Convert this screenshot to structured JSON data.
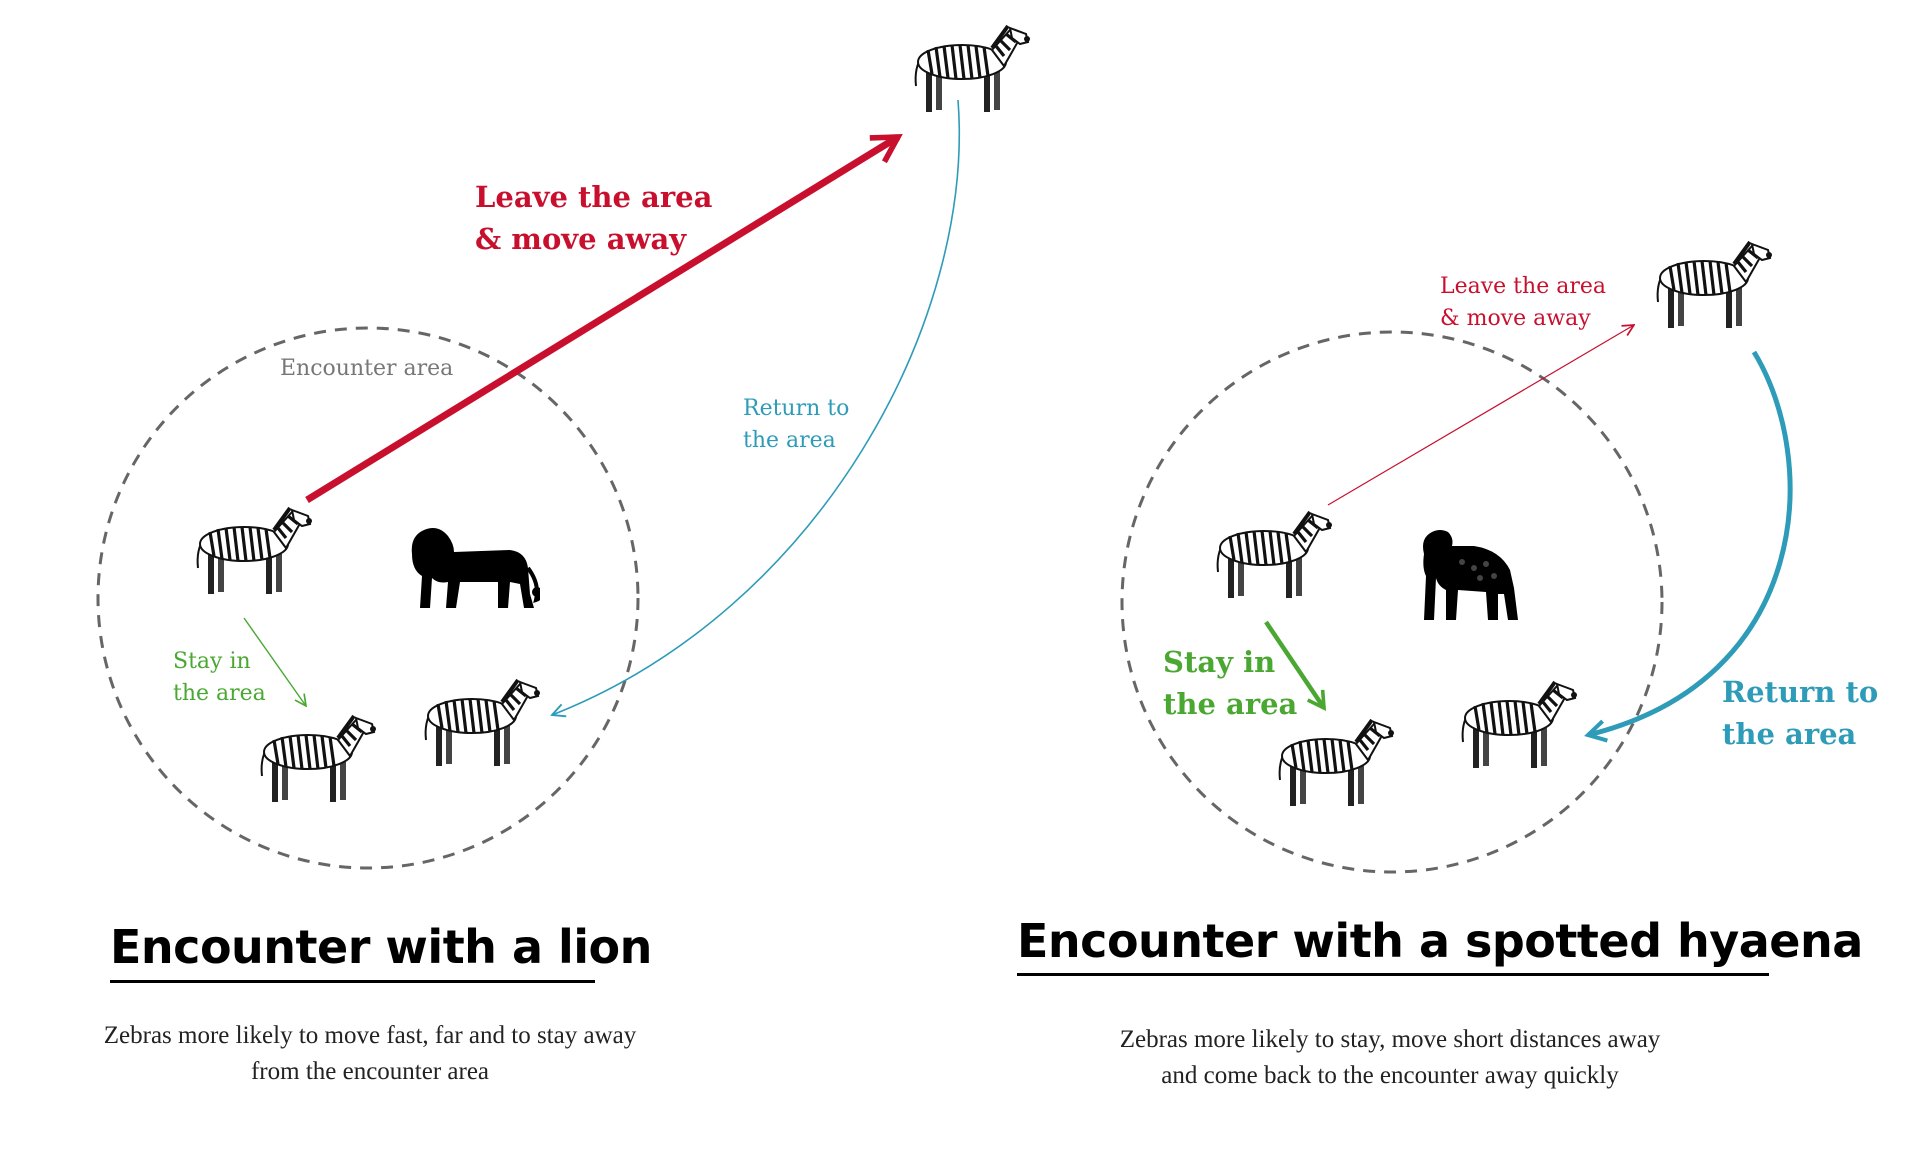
{
  "colors": {
    "leave": "#c8102e",
    "return": "#2e9bb8",
    "stay": "#4aa832",
    "circle": "#666666",
    "label_gray": "#777777"
  },
  "lion_panel": {
    "area_label": "Encounter area",
    "leave_label": [
      "Leave the area",
      "& move away"
    ],
    "return_label": [
      "Return to",
      "the area"
    ],
    "stay_label": [
      "Stay in",
      "the area"
    ],
    "title": "Encounter with a lion",
    "description": [
      "Zebras more likely to move fast, far and to stay away",
      "from the encounter area"
    ],
    "predator_icon": "lion-icon"
  },
  "hyaena_panel": {
    "leave_label": [
      "Leave the area",
      "& move away"
    ],
    "return_label": [
      "Return to",
      "the area"
    ],
    "stay_label": [
      "Stay in",
      "the area"
    ],
    "title": "Encounter with a spotted hyaena",
    "description": [
      "Zebras more likely to stay, move short distances away",
      "and come back to the encounter away quickly"
    ],
    "predator_icon": "hyaena-icon"
  }
}
